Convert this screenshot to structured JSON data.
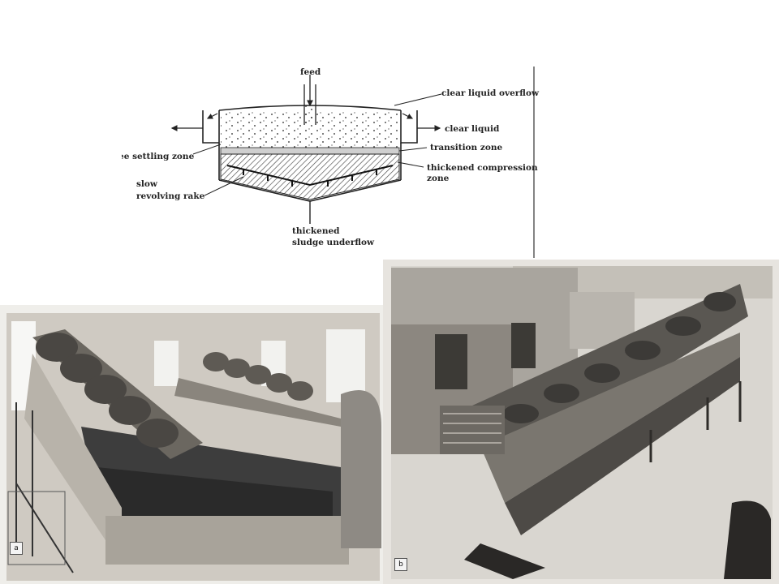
{
  "diagram": {
    "labels": {
      "feed": "feed",
      "clear_liquid_overflow": "clear liquid overflow",
      "clear_liquid": "clear liquid",
      "free_settling_zone": "free settling zone",
      "transition_zone": "transition zone",
      "thickened_compression_zone_1": "thickened compression",
      "thickened_compression_zone_2": "zone",
      "slow_revolving_rake_1": "slow",
      "slow_revolving_rake_2": "revolving rake",
      "underflow_1": "thickened",
      "underflow_2": "sludge underflow"
    }
  },
  "photos": {
    "a": {
      "tag": "a"
    },
    "b": {
      "tag": "b"
    }
  },
  "colors": {
    "ink": "#222222",
    "photo_a_bg": "#efeeea",
    "photo_b_bg": "#e7e4df",
    "machinery_dark": "#3d3d3d"
  }
}
